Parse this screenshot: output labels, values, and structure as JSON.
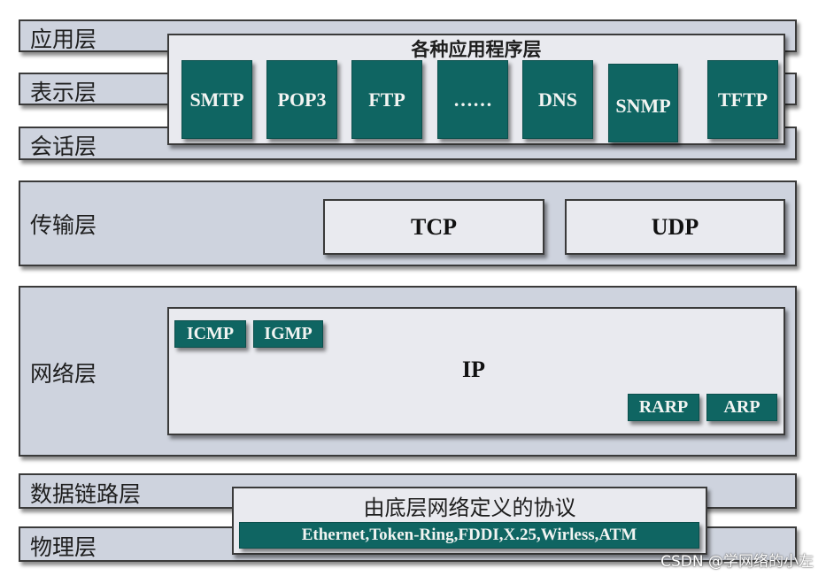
{
  "layers": {
    "application": {
      "label": "应用层"
    },
    "presentation": {
      "label": "表示层"
    },
    "session": {
      "label": "会话层"
    },
    "transport": {
      "label": "传输层"
    },
    "network": {
      "label": "网络层"
    },
    "datalink": {
      "label": "数据链路层"
    },
    "physical": {
      "label": "物理层"
    }
  },
  "application_panel": {
    "title": "各种应用程序层",
    "protocols": [
      "SMTP",
      "POP3",
      "FTP",
      "……",
      "DNS",
      "SNMP",
      "TFTP"
    ]
  },
  "transport_panel": {
    "protocols": [
      "TCP",
      "UDP"
    ]
  },
  "network_panel": {
    "main": "IP",
    "top_protocols": [
      "ICMP",
      "IGMP"
    ],
    "bottom_protocols": [
      "RARP",
      "ARP"
    ]
  },
  "link_panel": {
    "title": "由底层网络定义的协议",
    "protocols": "Ethernet,Token-Ring,FDDI,X.25,Wirless,ATM"
  },
  "colors": {
    "layer_bg": "#ced3de",
    "panel_bg": "#e9eaef",
    "protocol_teal": "#0f6562",
    "border": "#3a3a3a"
  },
  "watermark": "CSDN @学网络的小左"
}
